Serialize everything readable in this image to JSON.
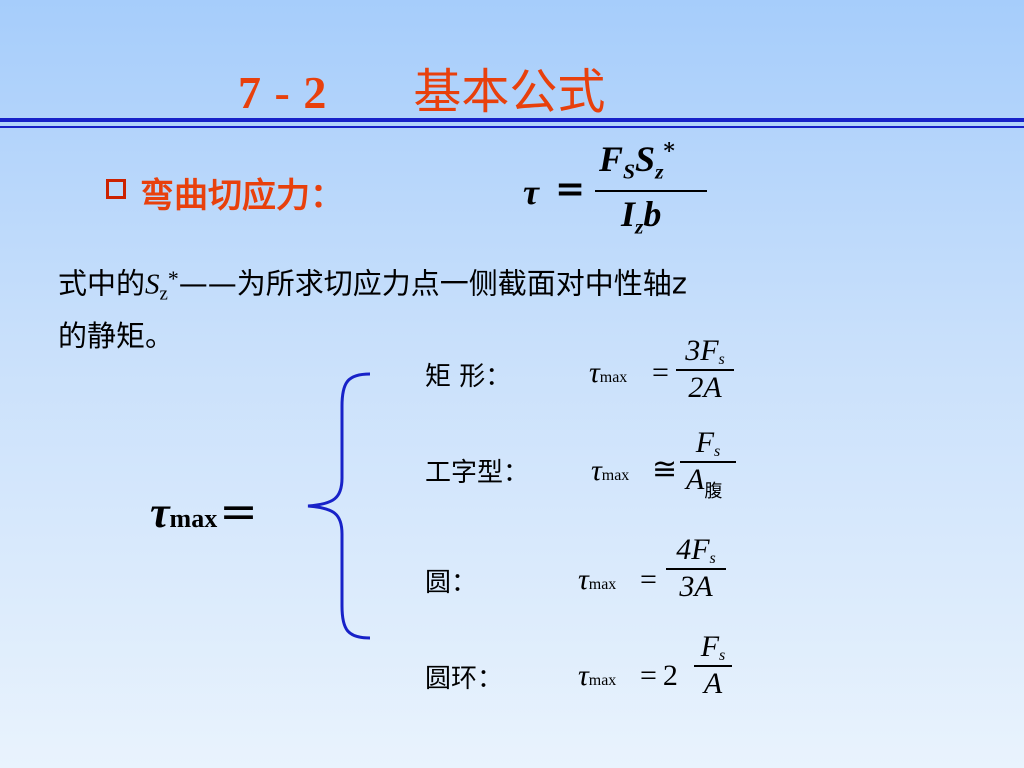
{
  "slide": {
    "title_number": "7 - 2",
    "title_text": "基本公式",
    "heading": "弯曲切应力：",
    "main_formula": {
      "lhs": "τ",
      "eq": "=",
      "num_F": "F",
      "num_F_sub": "S",
      "num_S": "S",
      "num_S_sub": "z",
      "num_S_sup": "*",
      "den_I": "I",
      "den_I_sub": "z",
      "den_b": "b"
    },
    "description": {
      "prefix": "式中的",
      "var": "S",
      "var_sub": "z",
      "var_sup": "*",
      "line1_rest": "——为所求切应力点一侧截面对中性轴z",
      "line2": "的静矩。"
    },
    "tau_max": {
      "symbol": "τ",
      "sub": "max",
      "eq": "="
    },
    "cases": [
      {
        "label": "矩 形：",
        "tau": "τ",
        "sub": "max",
        "rel": "=",
        "coef": "",
        "num": "3F",
        "num_sub": "s",
        "den": "2A",
        "den_sub": ""
      },
      {
        "label": "工字型：",
        "tau": "τ",
        "sub": "max",
        "rel": "≅",
        "coef": "",
        "num": "F",
        "num_sub": "s",
        "den": "A",
        "den_sub": "腹"
      },
      {
        "label": "圆：",
        "tau": "τ",
        "sub": "max",
        "rel": "=",
        "coef": "",
        "num": "4F",
        "num_sub": "s",
        "den": "3A",
        "den_sub": ""
      },
      {
        "label": "圆环：",
        "tau": "τ",
        "sub": "max",
        "rel": "=",
        "coef": "2",
        "num": "F",
        "num_sub": "s",
        "den": "A",
        "den_sub": ""
      }
    ],
    "colors": {
      "accent": "#e8400c",
      "rule": "#1822c8",
      "brace": "#1822c8"
    }
  }
}
